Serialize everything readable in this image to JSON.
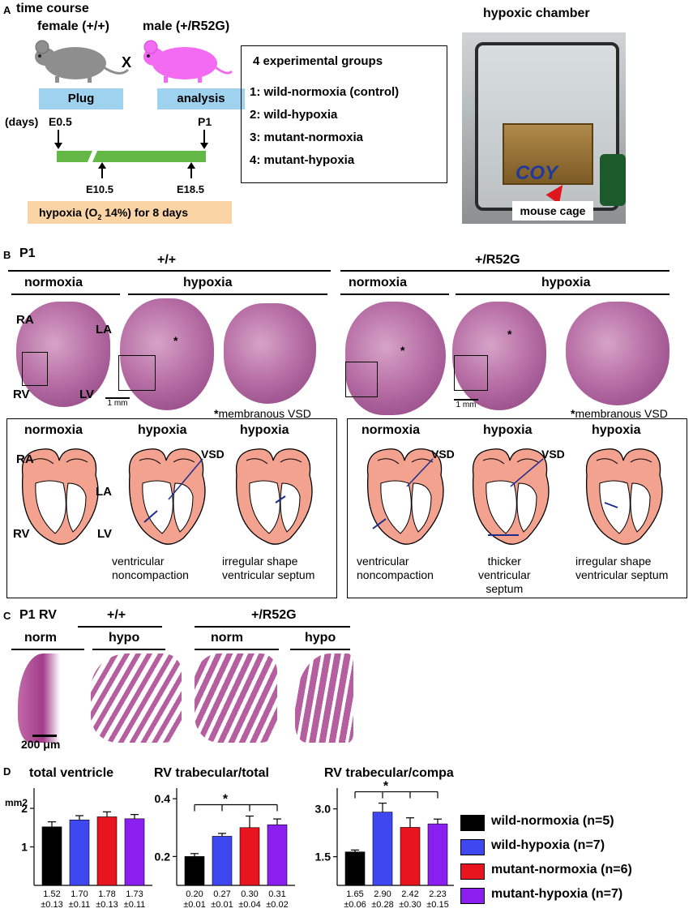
{
  "panelA": {
    "letter": "A",
    "time_course": "time course",
    "female": "female (+/+)",
    "male": "male (+/R52G)",
    "cross": "X",
    "plug": "Plug",
    "analysis": "analysis",
    "days": "(days)",
    "e05": "E0.5",
    "p1": "P1",
    "e105": "E10.5",
    "e185": "E18.5",
    "hypoxia_pre": "hypoxia (O",
    "hypoxia_sub": "2",
    "hypoxia_post": " 14%) for 8 days",
    "groups_title": "4 experimental groups",
    "groups": [
      "1: wild-normoxia (control)",
      "2: wild-hypoxia",
      "3: mutant-normoxia",
      "4: mutant-hypoxia"
    ],
    "chamber_title": "hypoxic chamber",
    "chamber_logo": "COY",
    "mouse_cage": "mouse cage"
  },
  "panelB": {
    "letter": "B",
    "p1": "P1",
    "wt": "+/+",
    "mut": "+/R52G",
    "normoxia": "normoxia",
    "hypoxia": "hypoxia",
    "ra": "RA",
    "la": "LA",
    "rv": "RV",
    "lv": "LV",
    "scale": "1 mm",
    "membranous": "membranous VSD",
    "star": "*",
    "vsd": "VSD",
    "cap_noncompaction_1": "ventricular",
    "cap_noncompaction_2": "noncompaction",
    "cap_irregular_1": "irregular shape",
    "cap_irregular_2": "ventricular septum",
    "cap_thicker_1": "thicker",
    "cap_thicker_2": "ventricular",
    "cap_thicker_3": "septum"
  },
  "panelC": {
    "letter": "C",
    "title": "P1 RV",
    "wt": "+/+",
    "mut": "+/R52G",
    "norm": "norm",
    "hypo": "hypo",
    "scale": "200 μm"
  },
  "panelD": {
    "letter": "D",
    "legend": [
      {
        "label": "wild-normoxia (n=5)",
        "color": "#000000"
      },
      {
        "label": "wild-hypoxia (n=7)",
        "color": "#3f48f0"
      },
      {
        "label": "mutant-normoxia (n=6)",
        "color": "#e8141e"
      },
      {
        "label": "mutant-hypoxia (n=7)",
        "color": "#8a1ff0"
      }
    ]
  },
  "chart_data": [
    {
      "type": "bar",
      "title": "total ventricle",
      "ylabel": "mm2",
      "ylim": [
        0,
        2.4
      ],
      "yticks": [
        "1",
        "2"
      ],
      "series": [
        {
          "values": [
            1.52,
            1.7,
            1.78,
            1.73
          ],
          "errors": [
            0.13,
            0.11,
            0.13,
            0.11
          ]
        }
      ],
      "data_labels": [
        [
          "1.52",
          "±0.13"
        ],
        [
          "1.70",
          "±0.11"
        ],
        [
          "1.78",
          "±0.13"
        ],
        [
          "1.73",
          "±0.11"
        ]
      ],
      "significance": ""
    },
    {
      "type": "bar",
      "title": "RV trabecular/total",
      "ylabel": "",
      "ylim": [
        0.1,
        0.42
      ],
      "yticks": [
        "0.2",
        "0.4"
      ],
      "series": [
        {
          "values": [
            0.2,
            0.27,
            0.3,
            0.31
          ],
          "errors": [
            0.01,
            0.01,
            0.04,
            0.02
          ]
        }
      ],
      "data_labels": [
        [
          "0.20",
          "±0.01"
        ],
        [
          "0.27",
          "±0.01"
        ],
        [
          "0.30",
          "±0.04"
        ],
        [
          "0.31",
          "±0.02"
        ]
      ],
      "significance": "*"
    },
    {
      "type": "bar",
      "title": "RV trabecular/compact",
      "ylabel": "",
      "ylim": [
        0.6,
        3.5
      ],
      "yticks": [
        "1.5",
        "3.0"
      ],
      "series": [
        {
          "values": [
            1.65,
            2.9,
            2.42,
            2.53
          ],
          "errors": [
            0.06,
            0.28,
            0.3,
            0.15
          ]
        }
      ],
      "data_labels": [
        [
          "1.65",
          "±0.06"
        ],
        [
          "2.90",
          "±0.28"
        ],
        [
          "2.42",
          "±0.30"
        ],
        [
          "2.23",
          "±0.15"
        ]
      ],
      "significance": "*"
    }
  ]
}
